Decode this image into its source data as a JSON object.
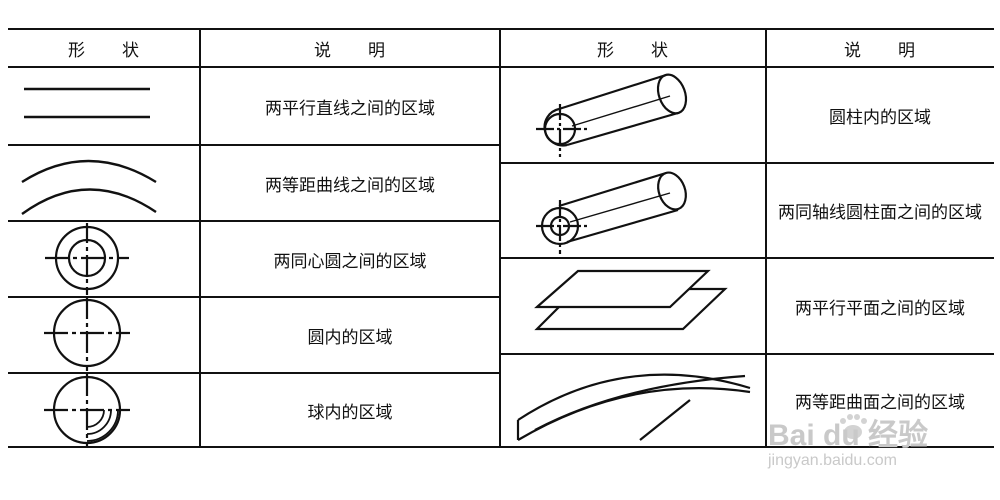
{
  "left_table": {
    "headers": {
      "shape": "形　　状",
      "description": "说　　明"
    },
    "rows": [
      {
        "shape_icon": "parallel-lines-icon",
        "description": "两平行直线之间的区域"
      },
      {
        "shape_icon": "equidistant-curves-icon",
        "description": "两等距曲线之间的区域"
      },
      {
        "shape_icon": "concentric-circles-icon",
        "description": "两同心圆之间的区域"
      },
      {
        "shape_icon": "circle-icon",
        "description": "圆内的区域"
      },
      {
        "shape_icon": "sphere-icon",
        "description": "球内的区域"
      }
    ]
  },
  "right_table": {
    "headers": {
      "shape": "形　　状",
      "description": "说　　明"
    },
    "rows": [
      {
        "shape_icon": "cylinder-icon",
        "description": "圆柱内的区域"
      },
      {
        "shape_icon": "coaxial-cylinders-icon",
        "description": "两同轴线圆柱面之间的区域"
      },
      {
        "shape_icon": "parallel-planes-icon",
        "description": "两平行平面之间的区域"
      },
      {
        "shape_icon": "equidistant-surfaces-icon",
        "description": "两等距曲面之间的区域"
      }
    ]
  },
  "watermark": {
    "brand": "Bai du 经验",
    "url": "jingyan.baidu.com"
  }
}
